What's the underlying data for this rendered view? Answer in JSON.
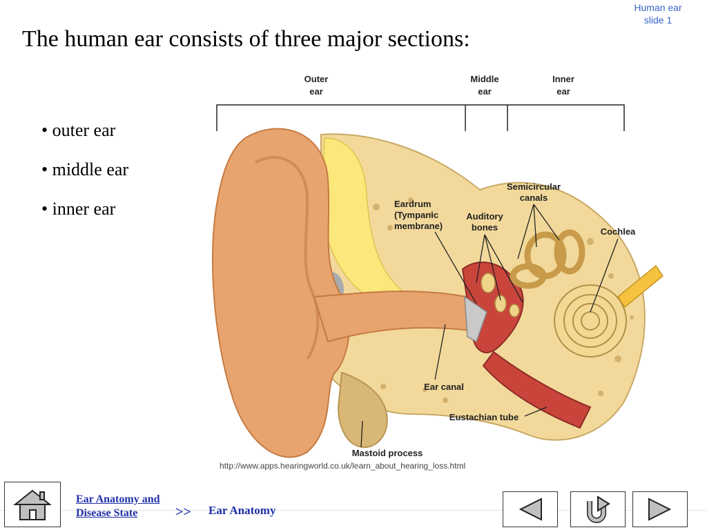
{
  "slide_tag": [
    "Human ear",
    "slide 1"
  ],
  "title": "The human ear consists of three major sections:",
  "bullets": [
    "• outer ear",
    "• middle ear",
    "• inner ear"
  ],
  "diagram": {
    "section_labels": {
      "outer": [
        "Outer",
        "ear"
      ],
      "middle": [
        "Middle",
        "ear"
      ],
      "inner": [
        "Inner",
        "ear"
      ]
    },
    "parts": {
      "eardrum": [
        "Eardrum",
        "(Tympanic",
        "membrane)"
      ],
      "auditory_bones": [
        "Auditory",
        "bones"
      ],
      "semicircular_canals": [
        "Semicircular",
        "canals"
      ],
      "cochlea": "Cochlea",
      "ear_canal": "Ear canal",
      "eustachian_tube": "Eustachian tube",
      "mastoid_process": "Mastoid process"
    },
    "source_url": "http://www.apps.hearingworld.co.uk/learn_about_hearing_loss.html"
  },
  "footer": {
    "nav_link": [
      "Ear Anatomy and",
      "Disease State"
    ],
    "separator": ">>",
    "current": "Ear Anatomy"
  }
}
